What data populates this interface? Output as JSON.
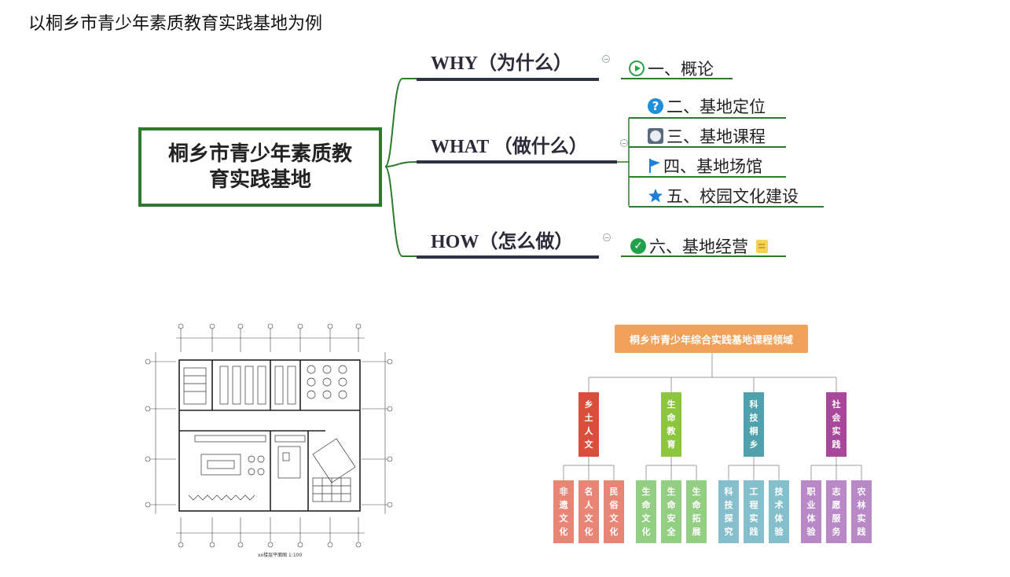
{
  "page_title": "以桐乡市青少年素质教育实践基地为例",
  "mindmap": {
    "root": "桐乡市青少年素质教育实践基地",
    "branches": [
      {
        "label": "WHY（为什么）",
        "leaves": [
          {
            "text": "一、概论",
            "icon": "play-circle-icon"
          }
        ]
      },
      {
        "label": "WHAT （做什么）",
        "leaves": [
          {
            "text": "二、基地定位",
            "icon": "question-icon"
          },
          {
            "text": "三、基地课程",
            "icon": "clock-icon"
          },
          {
            "text": "四、基地场馆",
            "icon": "flag-icon"
          },
          {
            "text": "五、校园文化建设",
            "icon": "star-icon"
          }
        ]
      },
      {
        "label": "HOW（怎么做）",
        "leaves": [
          {
            "text": "六、基地经营",
            "icon": "check-circle-icon"
          }
        ]
      }
    ],
    "colors": {
      "accent": "#2c7a2c",
      "branch_line": "#2b3345",
      "connector": "#2c7a2c"
    }
  },
  "floor_plan": {
    "caption": "xx楼层平面图 1:100"
  },
  "org_chart": {
    "title": "桐乡市青少年综合实践基地课程领域",
    "title_color": "#f0a25a",
    "domains": [
      {
        "name": "乡土人文",
        "color": "#d8503c",
        "sub_color": "#e88676",
        "subs": [
          "非遗文化",
          "名人文化",
          "民俗文化"
        ]
      },
      {
        "name": "生命教育",
        "color": "#8cc63f",
        "sub_color": "#93cf82",
        "subs": [
          "生命文化",
          "生命安全",
          "生命拓展"
        ]
      },
      {
        "name": "科技桐乡",
        "color": "#4ea1ad",
        "sub_color": "#85bfcb",
        "subs": [
          "科技探究",
          "工程实践",
          "技术体验"
        ]
      },
      {
        "name": "社会实践",
        "color": "#a8489a",
        "sub_color": "#b988c6",
        "subs": [
          "职业体验",
          "志愿服务",
          "农林实践"
        ]
      }
    ]
  }
}
